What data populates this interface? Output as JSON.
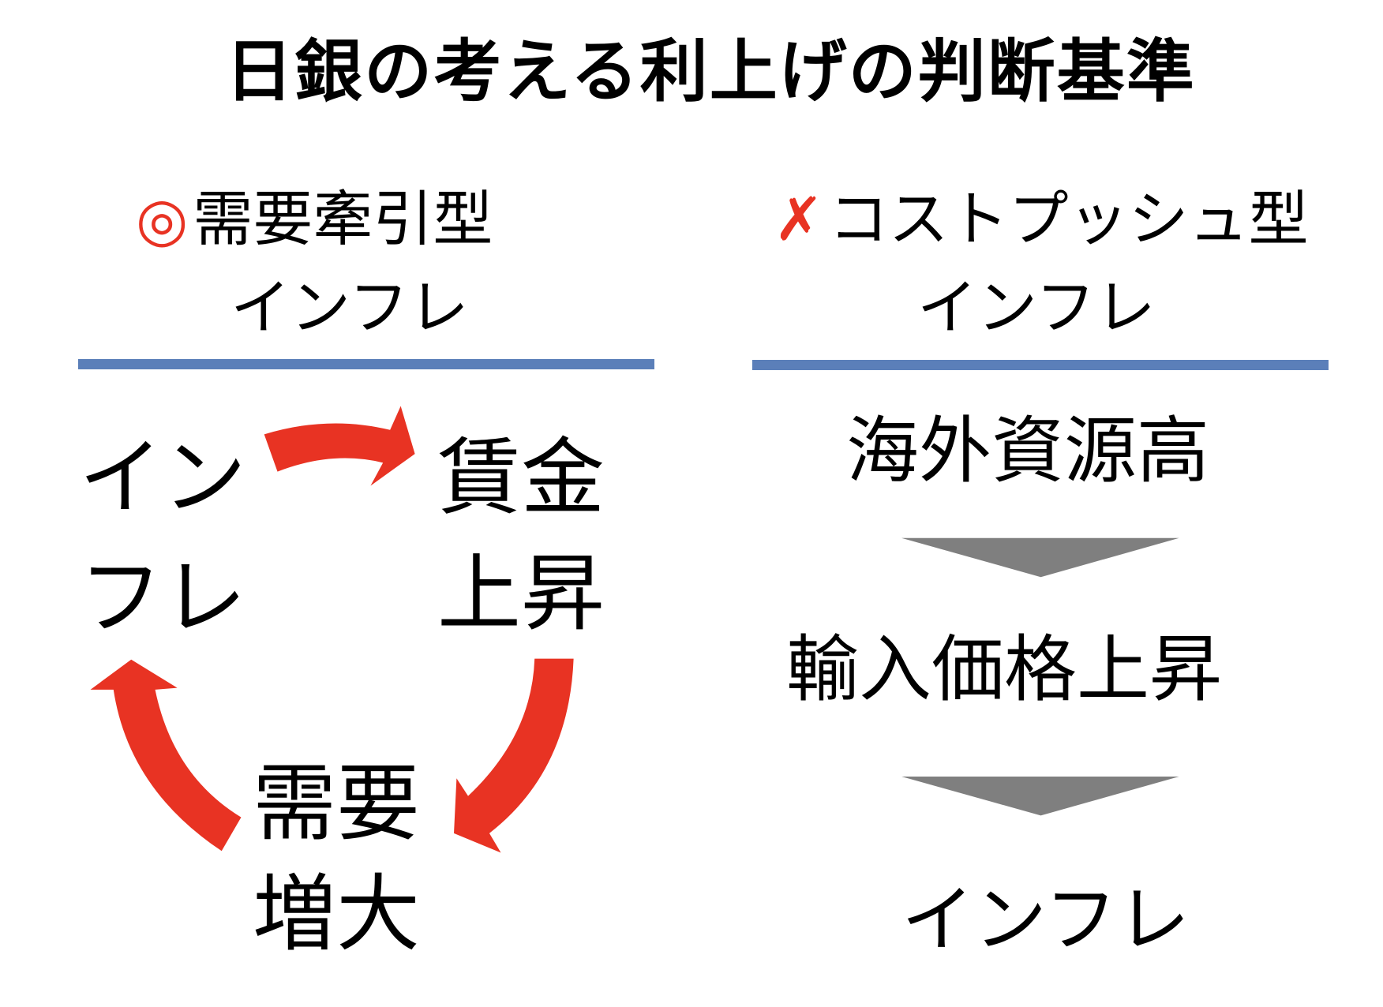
{
  "title": "日銀の考える利上げの判断基準",
  "left": {
    "mark": "◎",
    "heading": "需要牽引型",
    "subheading": "インフレ",
    "cycle": {
      "inflation": [
        "イン",
        "フレ"
      ],
      "wages": [
        "賃金",
        "上昇"
      ],
      "demand": [
        "需要",
        "増大"
      ]
    }
  },
  "right": {
    "mark": "✗",
    "heading": "コストプッシュ型",
    "subheading": "インフレ",
    "flow": [
      "海外資源高",
      "輸入価格上昇",
      "インフレ"
    ]
  },
  "colors": {
    "accent_red": "#e83323",
    "divider_blue": "#5b7fb9",
    "arrow_gray": "#7f7f7f"
  }
}
